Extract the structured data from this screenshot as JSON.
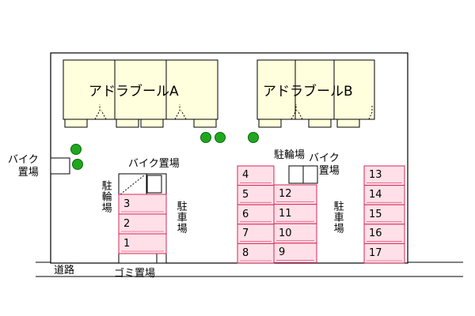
{
  "colors": {
    "building_fill": "#FFFFDD",
    "parking_fill": "#FFE0E8",
    "parking_stroke": "#D6285A",
    "tree": "#1FA81F"
  },
  "buildings": {
    "a": {
      "name": "アドラブールA"
    },
    "b": {
      "name": "アドラブールB"
    }
  },
  "labels": {
    "bike_parking_left": "バイク\n置場",
    "bike_parking_center": "バイク置場",
    "bike_parking_right": "バイク\n置場",
    "bicycle_parking_left": "駐輪場",
    "bicycle_parking_center": "駐輪場",
    "car_parking_left": "駐車場",
    "car_parking_right": "駐車場",
    "road": "道路",
    "garbage": "ゴミ置場"
  },
  "parking": {
    "left": [
      "3",
      "2",
      "1"
    ],
    "mid_left": [
      "4",
      "5",
      "6",
      "7",
      "8"
    ],
    "mid_right": [
      "12",
      "11",
      "10",
      "9"
    ],
    "right": [
      "13",
      "14",
      "15",
      "16",
      "17"
    ]
  }
}
